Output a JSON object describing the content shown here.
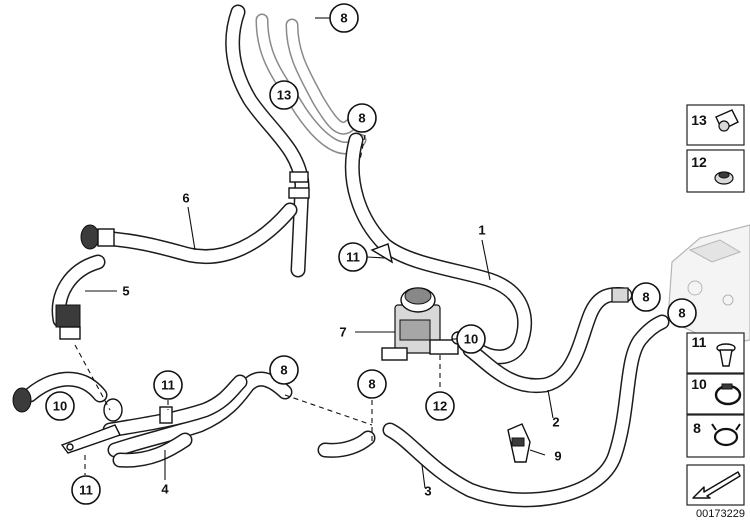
{
  "diagram": {
    "callouts": [
      {
        "id": "c8-top",
        "label": "8"
      },
      {
        "id": "c13",
        "label": "13"
      },
      {
        "id": "c8-mid",
        "label": "8"
      },
      {
        "id": "c11-left",
        "label": "11"
      },
      {
        "id": "c10-valve",
        "label": "10"
      },
      {
        "id": "c8-right-a",
        "label": "8"
      },
      {
        "id": "c8-right-b",
        "label": "8"
      },
      {
        "id": "c8-lower-a",
        "label": "8"
      },
      {
        "id": "c8-lower-b",
        "label": "8"
      },
      {
        "id": "c12",
        "label": "12"
      },
      {
        "id": "c11-low",
        "label": "11"
      },
      {
        "id": "c10-left",
        "label": "10"
      },
      {
        "id": "c11-bottom",
        "label": "11"
      }
    ],
    "part_labels": {
      "p1": "1",
      "p2": "2",
      "p3": "3",
      "p4": "4",
      "p5": "5",
      "p6": "6",
      "p7": "7",
      "p9": "9"
    },
    "legend": [
      {
        "number": "13",
        "part": "clip-icon"
      },
      {
        "number": "12",
        "part": "grommet-icon"
      },
      {
        "number": "11",
        "part": "expanding-rivet-icon"
      },
      {
        "number": "10",
        "part": "hose-clamp-icon"
      },
      {
        "number": "8",
        "part": "spring-clamp-icon"
      }
    ],
    "reference_number": "00173229"
  }
}
